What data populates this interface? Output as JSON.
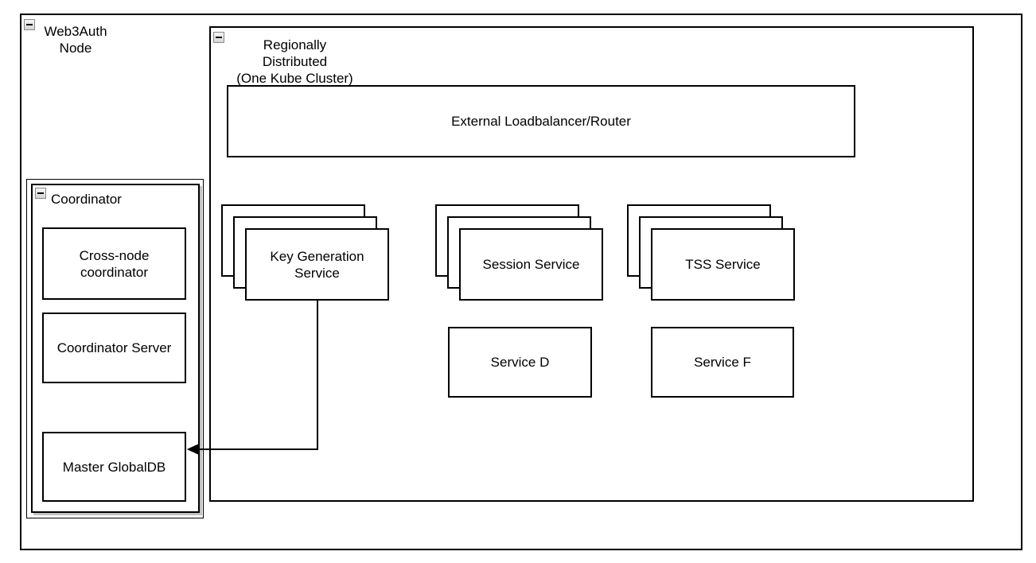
{
  "diagram": {
    "outer": {
      "label": "Web3Auth\nNode"
    },
    "region": {
      "label": "Regionally Distributed\n(One Kube Cluster)"
    },
    "loadbalancer": {
      "label": "External Loadbalancer/Router"
    },
    "coordinator": {
      "label": "Coordinator",
      "boxes": [
        {
          "label": "Cross-node\ncoordinator"
        },
        {
          "label": "Coordinator Server"
        },
        {
          "label": "Master GlobalDB"
        }
      ]
    },
    "stacks": [
      {
        "label": "Key Generation\nService"
      },
      {
        "label": "Session Service"
      },
      {
        "label": "TSS Service"
      }
    ],
    "services": [
      {
        "label": "Service D"
      },
      {
        "label": "Service F"
      }
    ],
    "connections": [
      {
        "from": "Key Generation Service",
        "to": "Master GlobalDB",
        "style": "orthogonal-arrow"
      }
    ],
    "icons": {
      "collapse": "minus-icon"
    },
    "colors": {
      "border": "#000000",
      "fill": "#ffffff",
      "shadow": "#c2c2c2",
      "collapse_fill": "#e9e9e9",
      "collapse_border": "#8a8a8a"
    }
  }
}
